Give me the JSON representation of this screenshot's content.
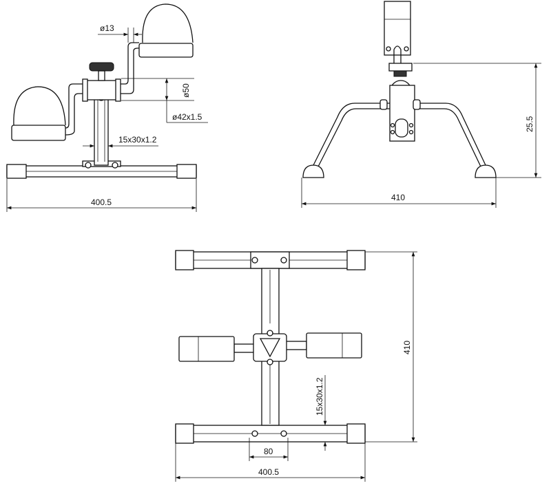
{
  "front_view": {
    "overall_width": "400.5",
    "crank_diameter": "ø13",
    "hub_diameter": "ø50",
    "hub_tube": "ø42x1.5",
    "post_tube": "15x30x1.2"
  },
  "side_view": {
    "overall_length": "410",
    "height": "25.5"
  },
  "top_view": {
    "overall_length": "410",
    "overall_width": "400.5",
    "center_spacing": "80",
    "tube_size": "15x30x1.2"
  }
}
